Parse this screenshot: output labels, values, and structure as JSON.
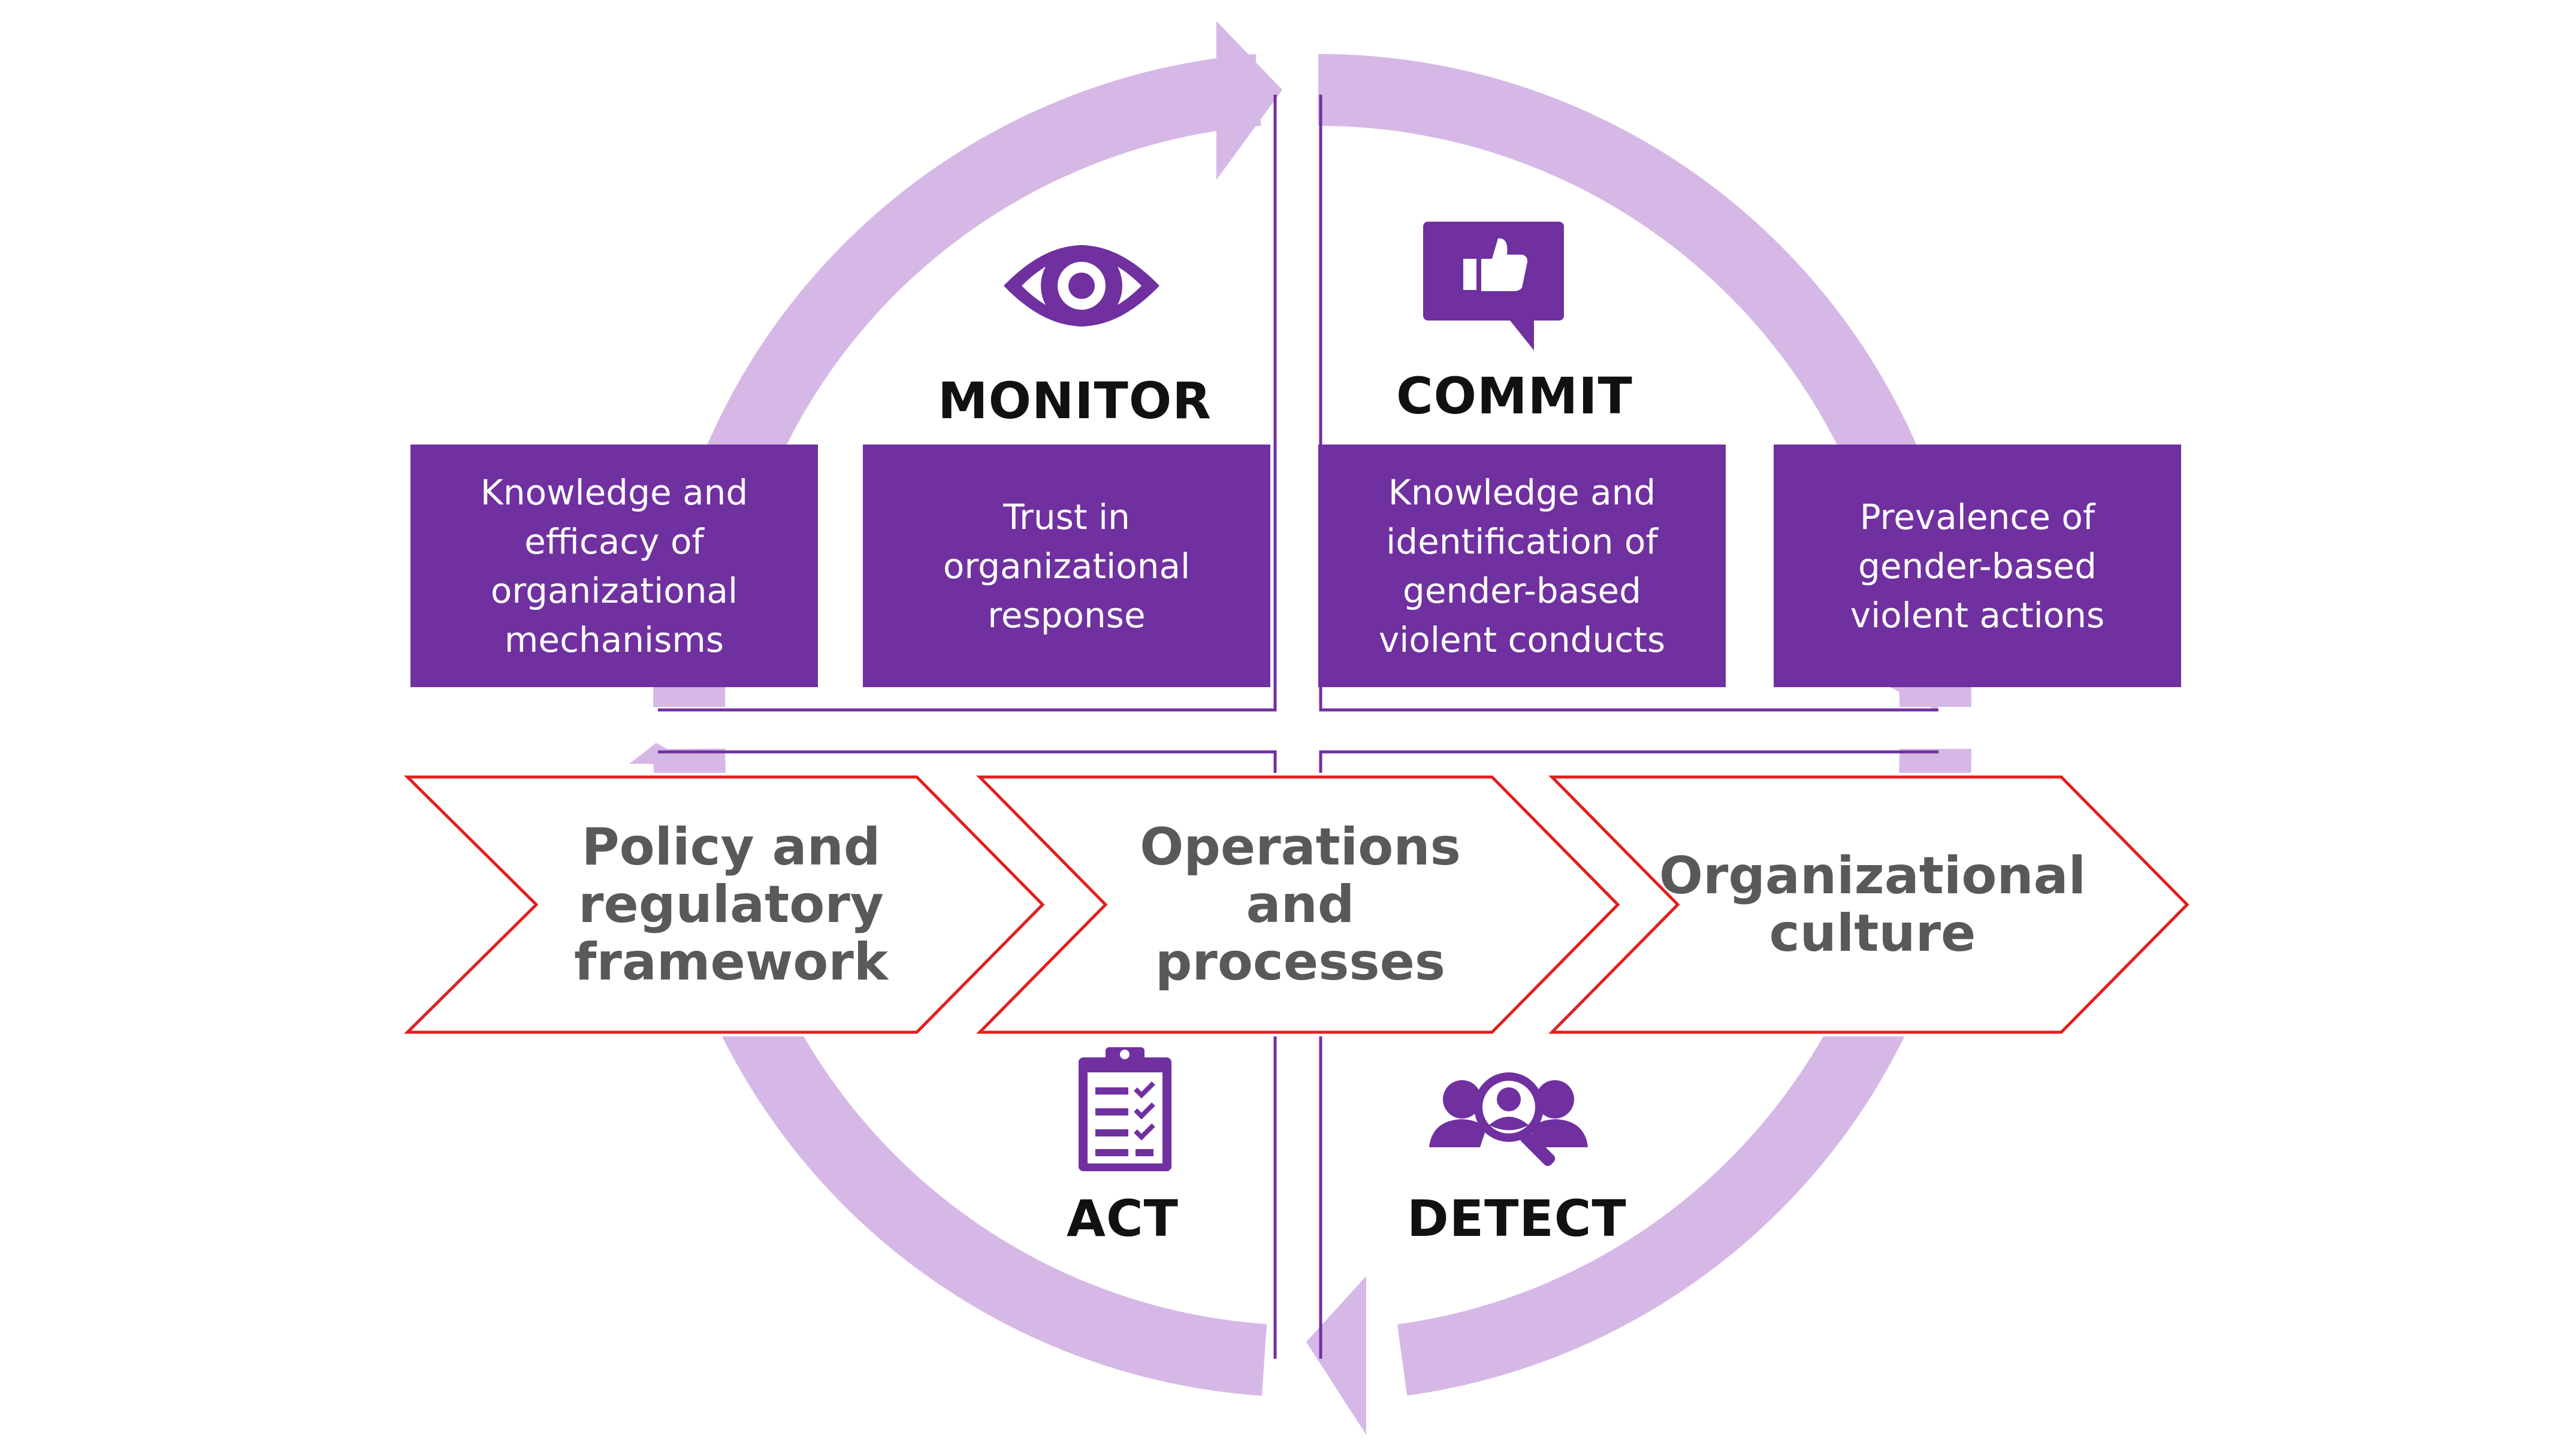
{
  "phases": {
    "monitor": "MONITOR",
    "commit": "COMMIT",
    "act": "ACT",
    "detect": "DETECT"
  },
  "indicators": [
    {
      "text": "Knowledge and\nefficacy of\norganizational\nmechanisms"
    },
    {
      "text": "Trust in\norganizational\nresponse"
    },
    {
      "text": "Knowledge and\nidentification of\ngender-based\nviolent conducts"
    },
    {
      "text": "Prevalence of\ngender-based\nviolent actions"
    }
  ],
  "levels": [
    {
      "text": "Policy and\nregulatory\nframework"
    },
    {
      "text": "Operations\nand processes"
    },
    {
      "text": "Organizational\nculture"
    }
  ],
  "icons": {
    "monitor": "eye-icon",
    "commit": "thumbs-up-speech-bubble-icon",
    "act": "clipboard-checklist-icon",
    "detect": "people-magnifier-icon"
  },
  "colors": {
    "cycle_arrow": "#d6b8e6",
    "box_fill": "#7030a0",
    "icon": "#7030a0",
    "chevron_outline": "#e0201f",
    "divider": "#7030a0",
    "chevron_text": "#595959"
  }
}
